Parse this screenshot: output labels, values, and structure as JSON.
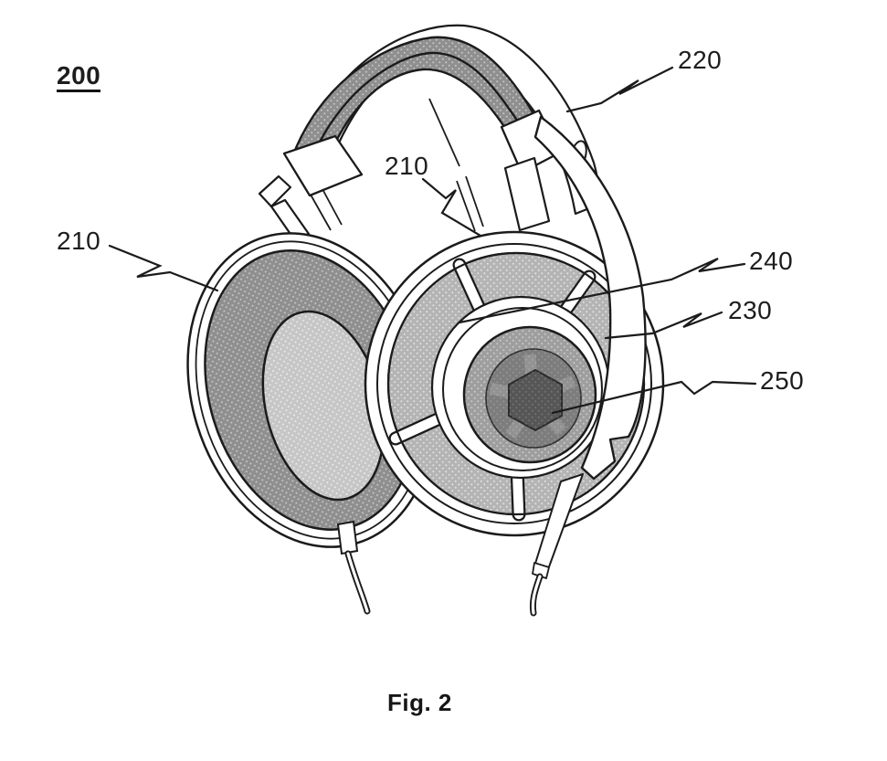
{
  "figure": {
    "figure_ref": "200",
    "caption": "Fig. 2",
    "labels": {
      "l220": {
        "text": "220"
      },
      "t210": {
        "text": "210"
      },
      "l210": {
        "text": "210"
      },
      "l240": {
        "text": "240"
      },
      "l230": {
        "text": "230"
      },
      "l250": {
        "text": "250"
      }
    },
    "colors": {
      "background": "#ffffff",
      "line": "#1b1b1b",
      "pad_dark_gray": "#8f8f8f",
      "pad_mid_gray": "#b4b4b4",
      "pad_light_gray": "#c6c6c6",
      "driver_ring_gray": "#9e9e9e",
      "driver_mid_gray": "#7d7d7d",
      "driver_center_gray": "#565656"
    }
  }
}
